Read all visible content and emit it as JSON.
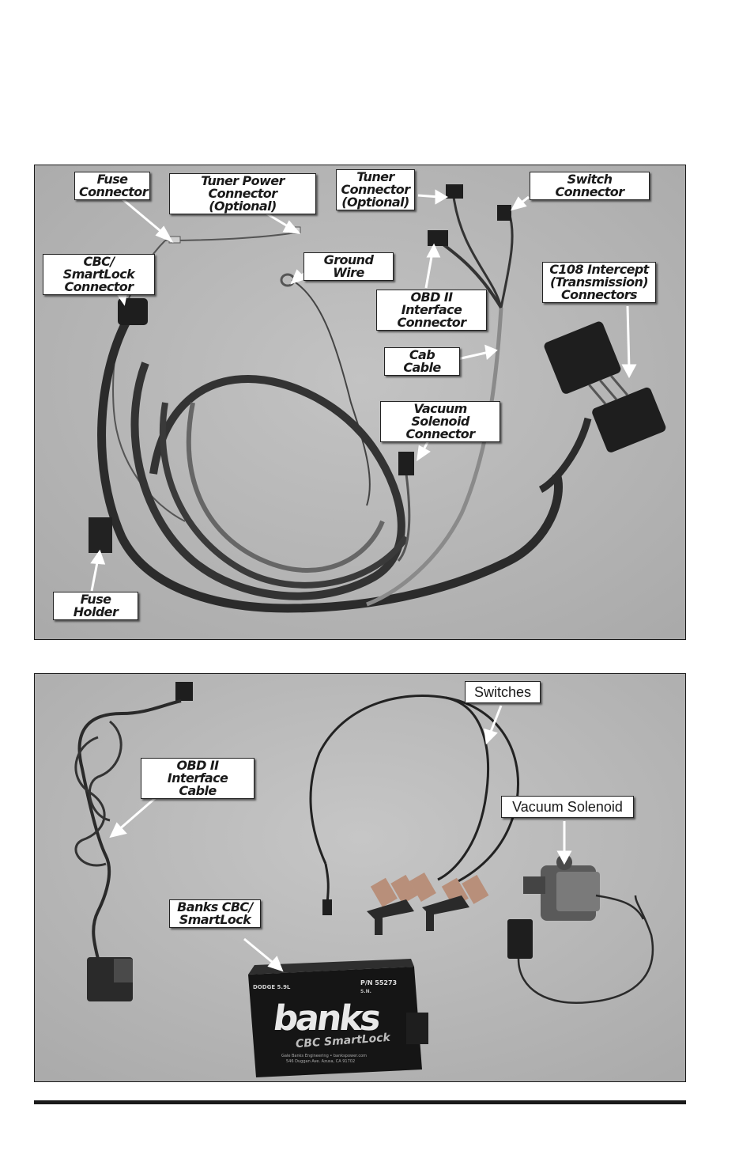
{
  "figure1": {
    "labels": {
      "fuse_connector": "Fuse\nConnector",
      "tuner_power_connector": "Tuner Power\nConnector (Optional)",
      "tuner_connector": "Tuner\nConnector\n(Optional)",
      "switch_connector": "Switch Connector",
      "cbc_smartlock_connector": "CBC/ SmartLock\nConnector",
      "ground_wire": "Ground Wire",
      "obd_ii_interface_connector": "OBD II Interface\nConnector",
      "c108_intercept_connectors": "C108 Intercept\n(Transmission)\nConnectors",
      "cab_cable": "Cab Cable",
      "vacuum_solenoid_connector": "Vacuum Solenoid\nConnector",
      "fuse_holder": "Fuse Holder"
    }
  },
  "figure2": {
    "labels": {
      "obd_ii_interface_cable": "OBD II Interface\nCable",
      "switches": "Switches",
      "vacuum_solenoid": "Vacuum Solenoid",
      "banks_cbc_smartlock": "Banks CBC/\nSmartLock"
    },
    "device": {
      "logo": "banks",
      "sublogo": "CBC SmartLock",
      "model_left": "DODGE 5.9L",
      "part_number": "P/N 55273",
      "serial": "S.N.",
      "footer_line1": "Gale Banks Engineering • bankspower.com",
      "footer_line2": "546 Duggan Ave. Azusa, CA 91702"
    }
  },
  "colors": {
    "photo_bg": "#b9b9b9",
    "cable": "#2a2a2a",
    "rule": "#1a1a1a"
  }
}
